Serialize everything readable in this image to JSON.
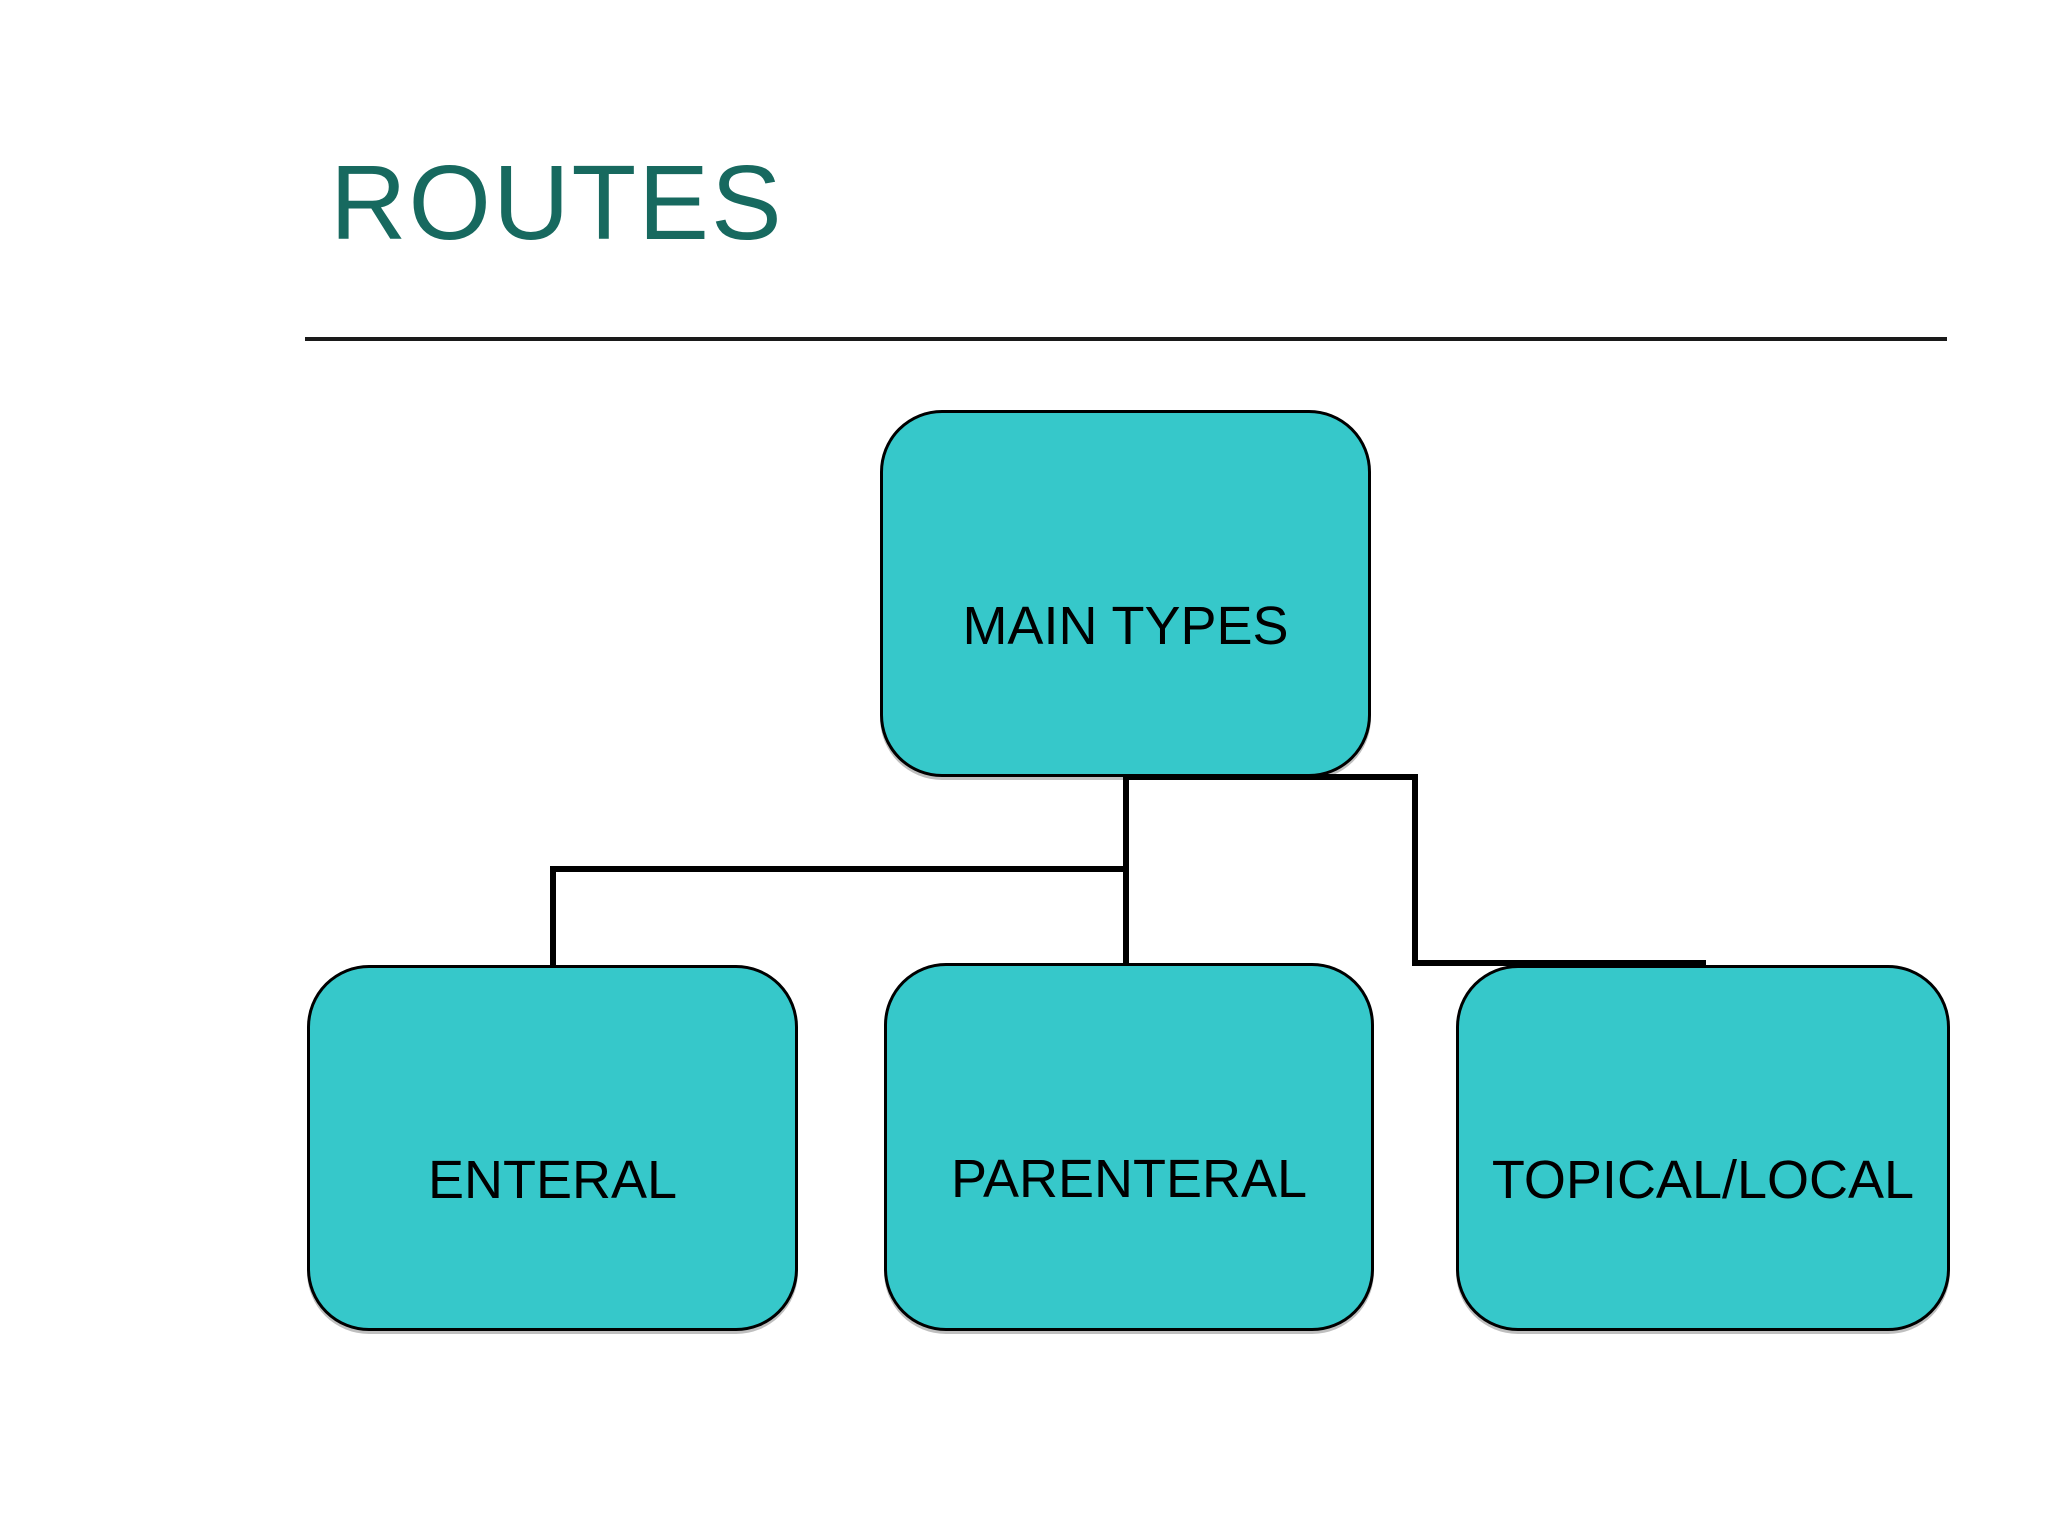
{
  "slide": {
    "title": "ROUTES",
    "colors": {
      "title": "#17695F",
      "box_fill": "#36C8CA",
      "box_border": "#000000",
      "connector": "#000000",
      "divider": "#1A1A1A",
      "background": "#FFFFFF",
      "label_text": "#000000"
    }
  },
  "diagram": {
    "type": "org-chart",
    "root": {
      "label": "MAIN TYPES"
    },
    "children": [
      {
        "label": "ENTERAL"
      },
      {
        "label": "PARENTERAL"
      },
      {
        "label": "TOPICAL/LOCAL"
      }
    ]
  }
}
